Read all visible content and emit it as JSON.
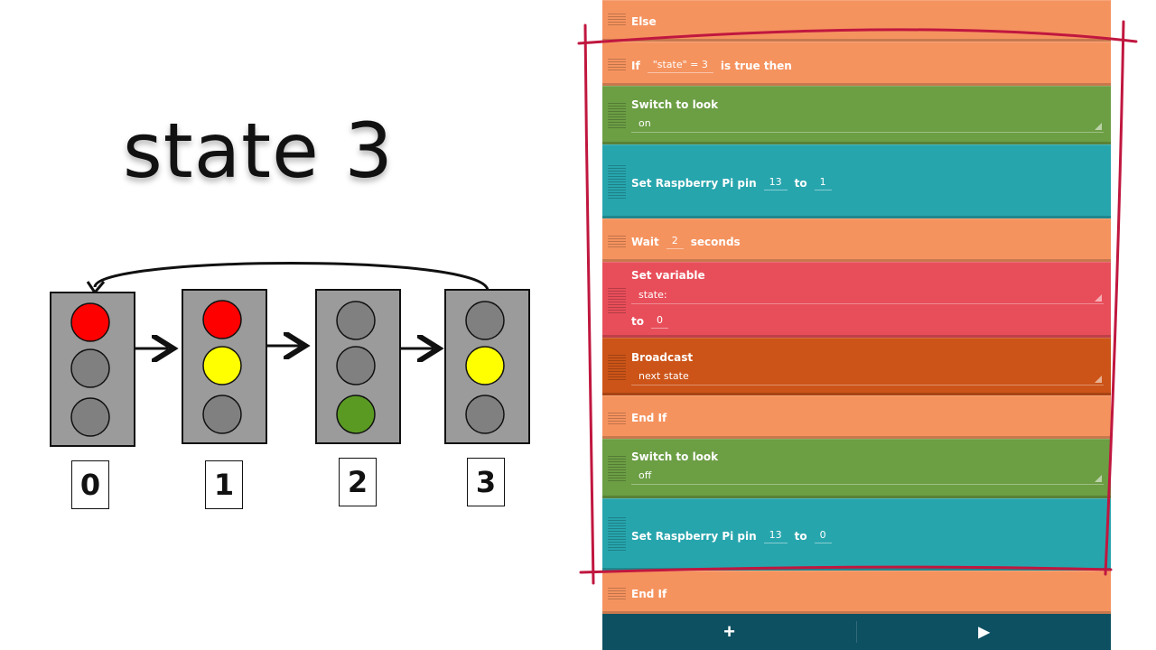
{
  "diagram": {
    "title": "state 3",
    "lights": [
      {
        "label": "0",
        "lamps": [
          "#ff0000",
          "#808080",
          "#808080"
        ]
      },
      {
        "label": "1",
        "lamps": [
          "#ff0000",
          "#ffff00",
          "#808080"
        ]
      },
      {
        "label": "2",
        "lamps": [
          "#808080",
          "#808080",
          "#5a9a22"
        ]
      },
      {
        "label": "3",
        "lamps": [
          "#808080",
          "#ffff00",
          "#808080"
        ]
      }
    ]
  },
  "script": {
    "else_label": "Else",
    "if_block": {
      "prefix": "If",
      "condition": "\"state\" = 3",
      "suffix": "is true then"
    },
    "switch_look_1": {
      "label": "Switch to look",
      "value": "on"
    },
    "set_pin_1": {
      "label": "Set Raspberry Pi pin",
      "pin": "13",
      "to_label": "to",
      "value": "1"
    },
    "wait": {
      "label": "Wait",
      "value": "2",
      "unit": "seconds"
    },
    "set_variable": {
      "label": "Set variable",
      "variable": "state:",
      "to_label": "to",
      "value": "0"
    },
    "broadcast": {
      "label": "Broadcast",
      "message": "next state"
    },
    "end_if_1": "End If",
    "switch_look_2": {
      "label": "Switch to look",
      "value": "off"
    },
    "set_pin_2": {
      "label": "Set Raspberry Pi pin",
      "pin": "13",
      "to_label": "to",
      "value": "0"
    },
    "end_if_2": "End If"
  },
  "toolbar": {
    "add_icon": "plus-icon",
    "play_icon": "play-icon",
    "add_symbol": "+",
    "play_symbol": "▶"
  },
  "colors": {
    "control": "#f5935f",
    "looks": "#6c9e44",
    "raspberry": "#27a5ad",
    "variable": "#e84e5a",
    "event": "#cc5418",
    "toolbar": "#0d5062",
    "annotation": "#c0173f"
  }
}
